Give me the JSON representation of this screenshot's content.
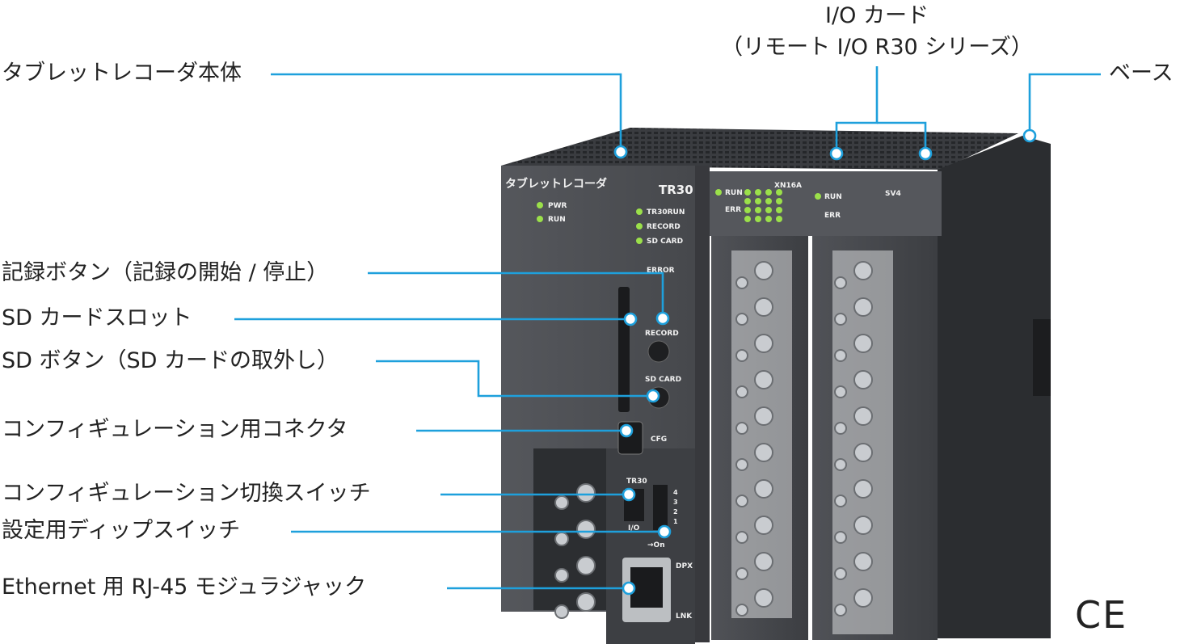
{
  "callouts": {
    "recorder_body": "タブレットレコーダ本体",
    "record_button": "記録ボタン（記録の開始 / 停止）",
    "sd_slot": "SD カードスロット",
    "sd_button": "SD ボタン（SD カードの取外し）",
    "config_connector": "コンフィギュレーション用コネクタ",
    "config_switch": "コンフィギュレーション切換スイッチ",
    "dip_switch": "設定用ディップスイッチ",
    "ethernet": "Ethernet 用 RJ-45 モジュラジャック",
    "io_card_line1": "I/O カード",
    "io_card_line2": "（リモート I/O R30 シリーズ）",
    "base": "ベース"
  },
  "device": {
    "front_title": "タブレットレコーダ",
    "model": "TR30",
    "led_pwr": "PWR",
    "led_run": "RUN",
    "led_tr30run": "TR30RUN",
    "led_record": "RECORD",
    "led_sdcard": "SD CARD",
    "led_error": "ERROR",
    "record_btn_label": "RECORD",
    "sd_btn_label": "SD CARD",
    "cfg_label": "CFG",
    "switch_top_label": "TR30",
    "switch_bottom_label": "I/O",
    "dip_on_label": "→On",
    "dip_numbers": [
      "4",
      "3",
      "2",
      "1"
    ],
    "dpx_label": "DPX",
    "lnk_label": "LNK",
    "card1_model": "XN16A",
    "card1_run": "RUN",
    "card1_err": "ERR",
    "card2_model": "SV4",
    "card2_run": "RUN",
    "card2_err": "ERR"
  },
  "mark": "CE",
  "colors": {
    "leader": "#1ea0dc",
    "housing": "#4a4c50",
    "housing_dark": "#2f3134",
    "led": "#9be04a"
  }
}
